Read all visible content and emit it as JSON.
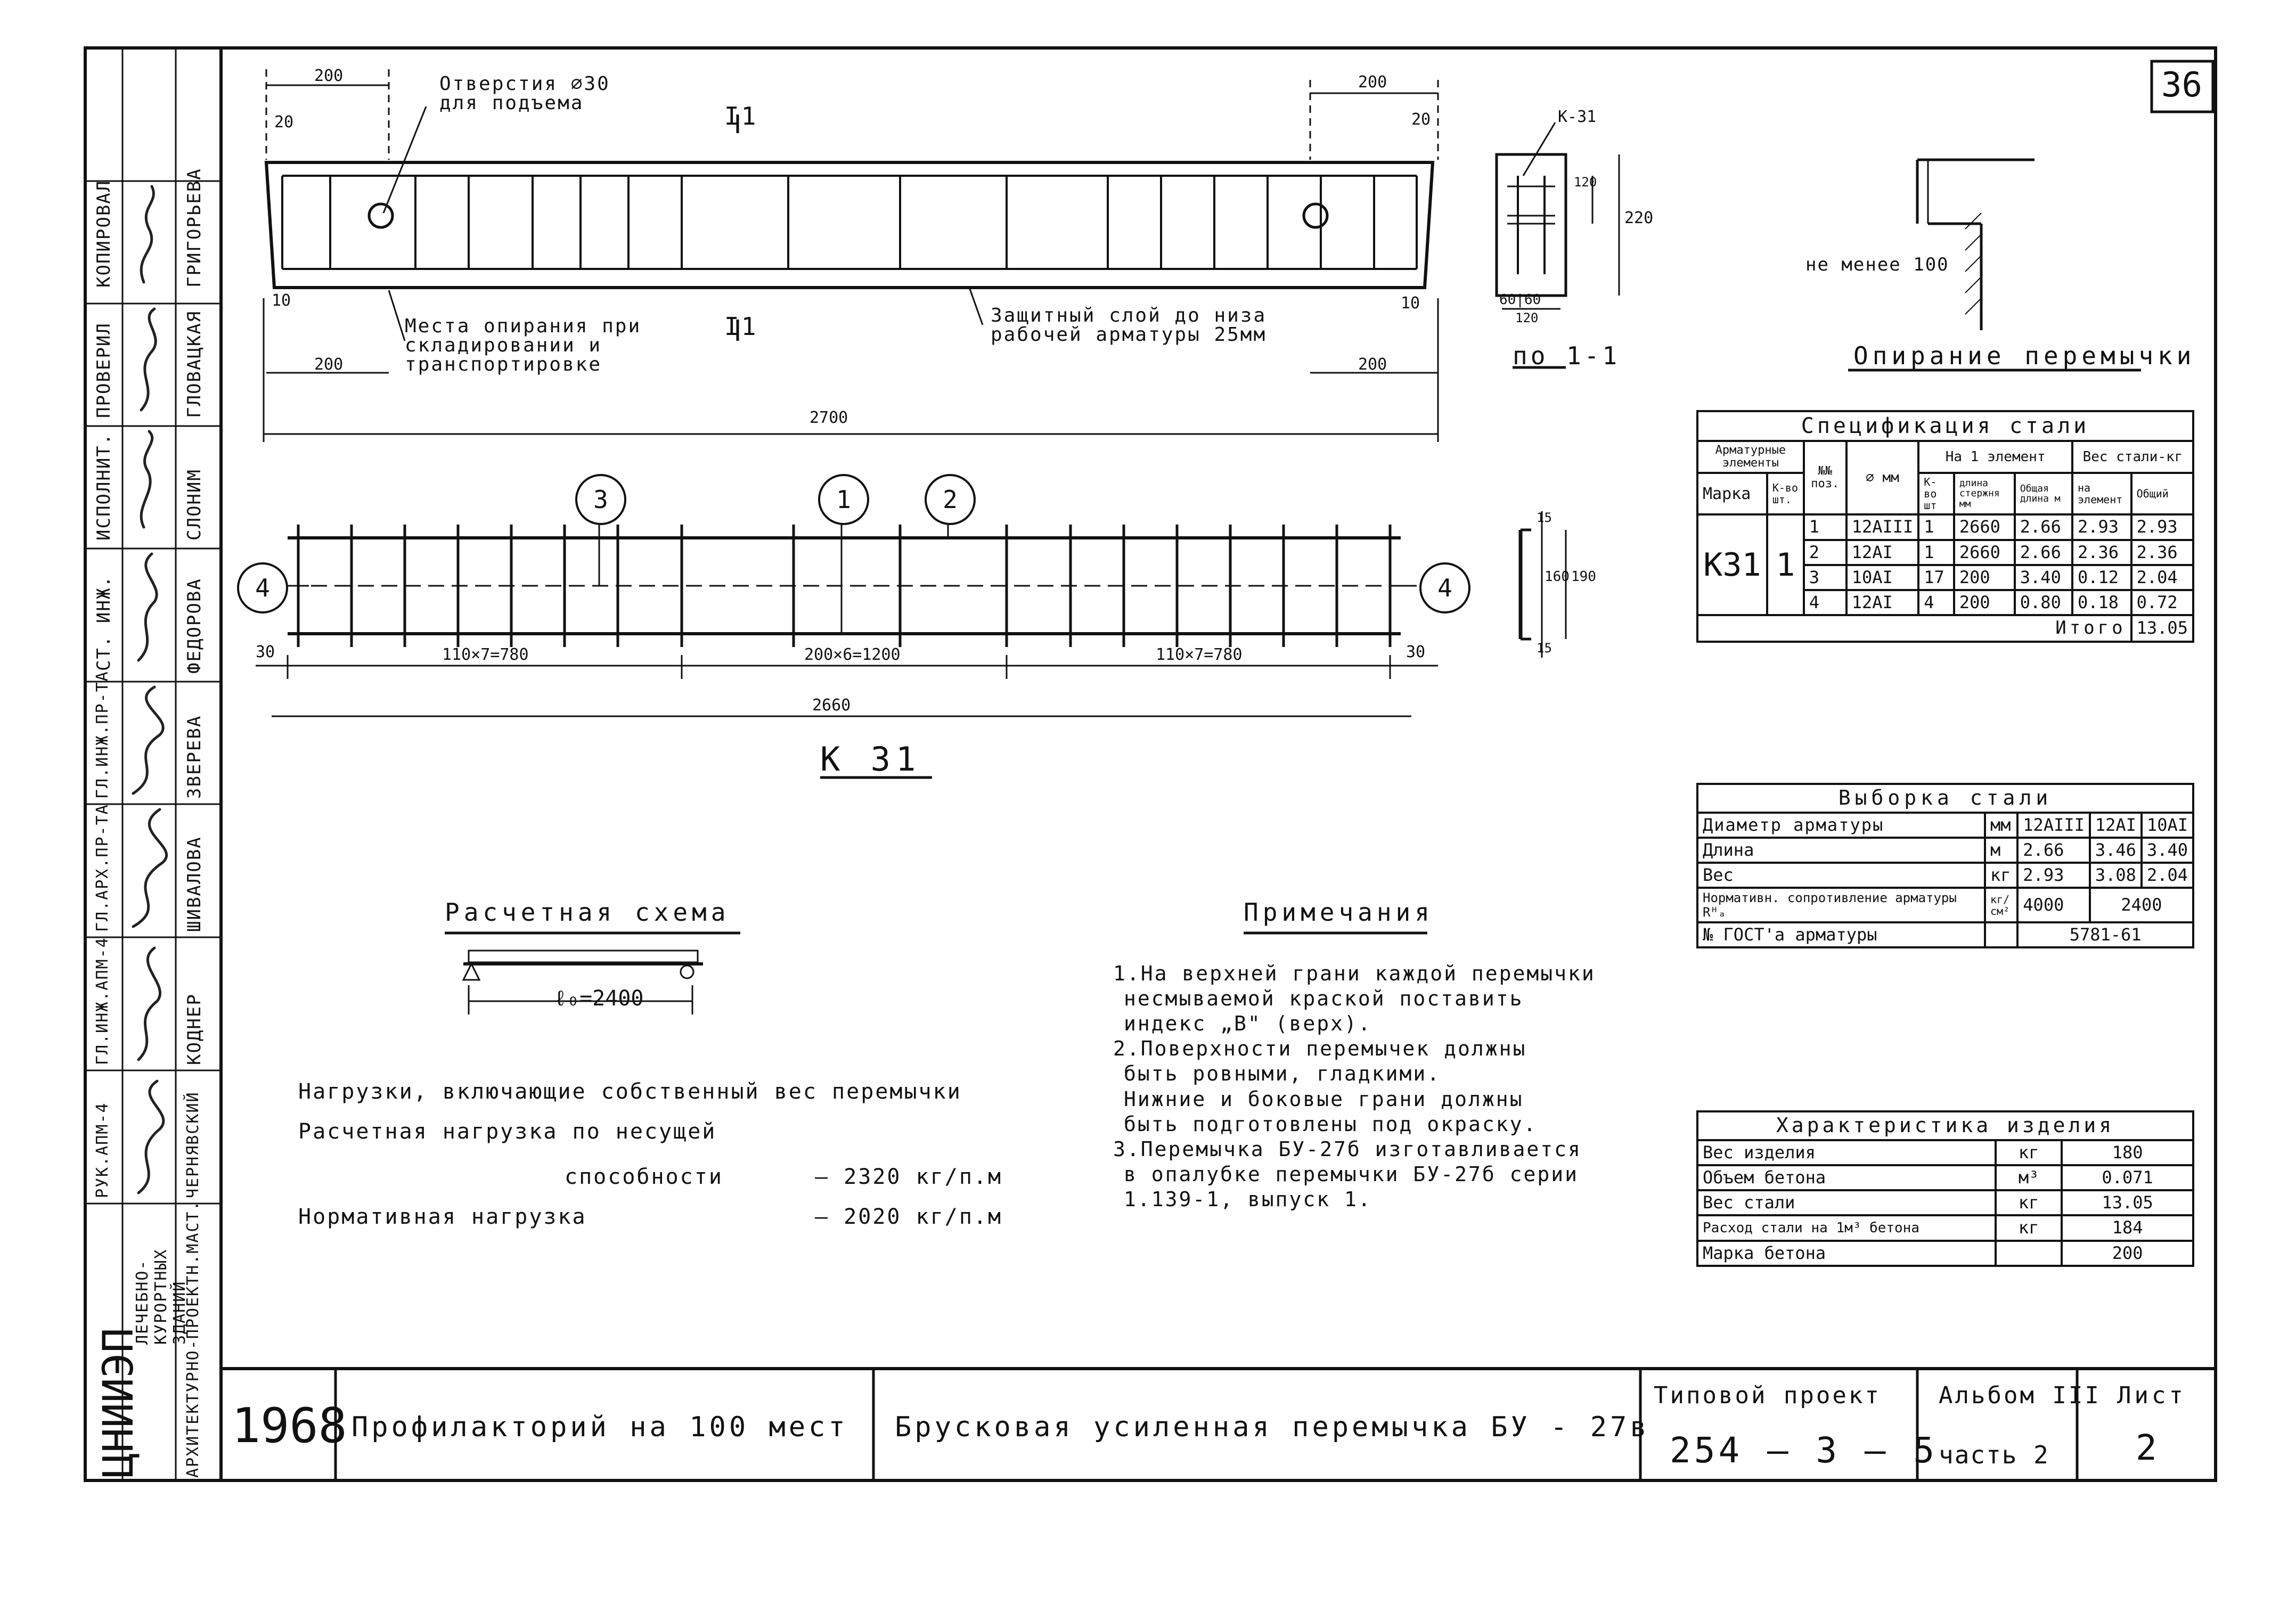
{
  "sheet": {
    "number": "36",
    "year": "1968",
    "org": "ЦНИИЭП",
    "org_sub1": "ЛЕЧЕБНО-КУРОРТНЫХ ЗДАНИЙ",
    "org_sub2": "АРХИТЕКТУРНО-ПРОЕКТН.МАСТ.",
    "object": "Профилакторий на 100 мест",
    "title": "Брусковая усиленная перемычка БУ - 27в",
    "project_label": "Типовой проект",
    "project_number": "254 — 3 — 5",
    "album_label": "Альбом III",
    "album_part": "часть 2",
    "sheet_label": "Лист",
    "sheet_no": "2"
  },
  "stamp": [
    {
      "role": "КОПИРОВАЛ",
      "name": "ГРИГОРЬЕВА"
    },
    {
      "role": "ПРОВЕРИЛ",
      "name": "ГЛОВАЦКАЯ"
    },
    {
      "role": "ИСПОЛНИТ.",
      "name": "СЛОНИМ"
    },
    {
      "role": "СТ. ИНЖ.",
      "name": "ФЕДОРОВА"
    },
    {
      "role": "ГЛ.ИНЖ.ПР-ТА",
      "name": "ЗВЕРЕВА"
    },
    {
      "role": "ГЛ.АРХ.ПР-ТА",
      "name": "ШИВАЛОВА"
    },
    {
      "role": "ГЛ.ИНЖ.АПМ-4",
      "name": "КОДНЕР"
    },
    {
      "role": "РУК.АПМ-4",
      "name": "ЧЕРНЯВСКИЙ"
    }
  ],
  "drawing": {
    "hole_note": "Отверстия ⌀30 для подъема",
    "support_note": "Места опирания при складировании и транспортировке",
    "cover_note": "Защитный слой до низа рабочей арматуры 25мм",
    "section_mark": "I1",
    "section_title": "по 1-1",
    "dim_200a": "200",
    "dim_20": "20",
    "dim_200b": "200",
    "dim_10": "10",
    "dim_2700": "2700",
    "dim_30": "30",
    "dim_s1": "110×7=780",
    "dim_s2": "200×6=1200",
    "dim_s3": "110×7=780",
    "dim_2660": "2660",
    "dim_120": "120",
    "dim_220": "220",
    "dim_6060": "60|60",
    "dim_15": "15",
    "dim_160": "160",
    "dim_190": "190",
    "mark_k31": "К-31",
    "cage_title": "К 31",
    "pos1": "1",
    "pos2": "2",
    "pos3": "3",
    "pos4": "4",
    "support_min": "не менее 100",
    "support_title": "Опирание перемычки"
  },
  "spec": {
    "title": "Спецификация стали",
    "h_elements": "Арматурные элементы",
    "h_pos": "№№ поз.",
    "h_d": "⌀ мм",
    "h_one": "На 1 элемент",
    "h_weight": "Вес стали-кг",
    "h_mark": "Марка",
    "h_qty": "К-во шт.",
    "h_qty1": "К-во шт",
    "h_len_rod": "длина стержня мм",
    "h_len_total": "Общая длина м",
    "h_per_el": "на элемент",
    "h_total": "Общий",
    "mark": "К31",
    "count": "1",
    "rows": [
      [
        "1",
        "12АIII",
        "1",
        "2660",
        "2.66",
        "2.93",
        "2.93"
      ],
      [
        "2",
        "12АI",
        "1",
        "2660",
        "2.66",
        "2.36",
        "2.36"
      ],
      [
        "3",
        "10АI",
        "17",
        "200",
        "3.40",
        "0.12",
        "2.04"
      ],
      [
        "4",
        "12АI",
        "4",
        "200",
        "0.80",
        "0.18",
        "0.72"
      ]
    ],
    "total_label": "Итого",
    "total_value": "13.05"
  },
  "sample": {
    "title": "Выборка стали",
    "r1": [
      "Диаметр арматуры",
      "мм",
      "12АIII",
      "12АI",
      "10АI"
    ],
    "r2": [
      "Длина",
      "м",
      "2.66",
      "3.46",
      "3.40"
    ],
    "r3": [
      "Вес",
      "кг",
      "2.93",
      "3.08",
      "2.04"
    ],
    "r4_label": "Нормативн. сопротивление арматуры Rᴴₐ",
    "r4_unit": "кг/см²",
    "r4_a": "4000",
    "r4_b": "2400",
    "r5_label": "№ ГОСТ'а арматуры",
    "r5_val": "5781-61"
  },
  "product": {
    "title": "Характеристика изделия",
    "rows": [
      [
        "Вес изделия",
        "кг",
        "180"
      ],
      [
        "Объем бетона",
        "м³",
        "0.071"
      ],
      [
        "Вес стали",
        "кг",
        "13.05"
      ],
      [
        "Расход стали на 1м³ бетона",
        "кг",
        "184"
      ],
      [
        "Марка бетона",
        "",
        "200"
      ]
    ]
  },
  "scheme": {
    "title": "Расчетная схема",
    "span": "ℓ₀=2400",
    "loads_title": "Нагрузки, включающие собственный вес перемычки",
    "calc_label": "Расчетная нагрузка по несущей",
    "calc_label2": "способности",
    "calc_value": "— 2320 кг/п.м",
    "norm_label": "Нормативная нагрузка",
    "norm_value": "— 2020 кг/п.м"
  },
  "notes": {
    "title": "Примечания",
    "lines": [
      "1.На верхней грани каждой перемычки",
      "несмываемой краской поставить",
      "индекс „В\" (верх).",
      "2.Поверхности перемычек должны",
      "быть ровными, гладкими.",
      "Нижние и боковые грани должны",
      "быть подготовлены под окраску.",
      "3.Перемычка БУ-27б изготавливается",
      "в опалубке перемычки БУ-27б серии",
      "1.139-1, выпуск 1."
    ]
  }
}
